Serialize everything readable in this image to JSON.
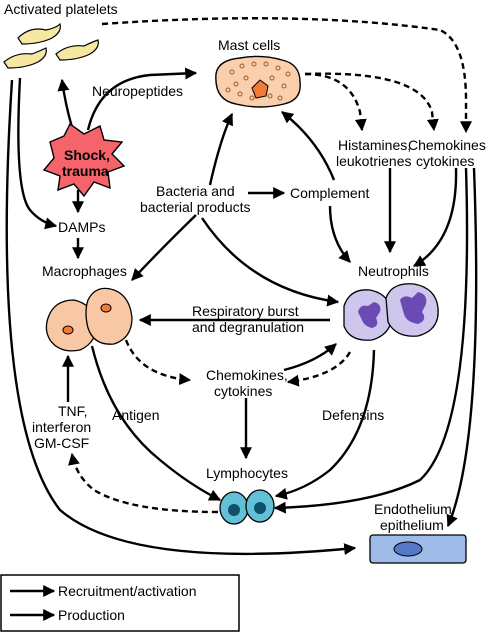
{
  "nodes": {
    "activated_platelets": "Activated platelets",
    "mast_cells": "Mast cells",
    "neuropeptides": "Neuropeptides",
    "histamines_line1": "Histamines,",
    "histamines_line2": "leukotrienes",
    "chemokines_top_line1": "Chemokines,",
    "chemokines_top_line2": "cytokines",
    "shock_line1": "Shock,",
    "shock_line2": "trauma",
    "bacteria_line1": "Bacteria and",
    "bacteria_line2": "bacterial products",
    "complement": "Complement",
    "damps": "DAMPs",
    "macrophages": "Macrophages",
    "neutrophils": "Neutrophils",
    "resp_line1": "Respiratory burst",
    "resp_line2": "and degranulation",
    "chemokines_mid_line1": "Chemokines,",
    "chemokines_mid_line2": "cytokines",
    "tnf_line1": "TNF,",
    "tnf_line2": "interferon",
    "tnf_line3": "GM-CSF",
    "antigen": "Antigen",
    "defensins": "Defensins",
    "lymphocytes": "Lymphocytes",
    "endo_line1": "Endothelium/",
    "endo_line2": "epithelium"
  },
  "legend": {
    "recruitment": "Recruitment/activation",
    "production": "Production"
  },
  "colors": {
    "platelet": "#f6e7a2",
    "mast_cell": "#f9cfae",
    "mast_nucleus": "#f07b34",
    "shock": "#f4646a",
    "macrophage": "#f8c7a3",
    "macrophage_nucleus": "#f07b34",
    "neutrophil": "#cfc6ee",
    "neutrophil_nucleus": "#6a4ab3",
    "lymphocyte": "#61c1d6",
    "lymph_nucleus": "#0f5166",
    "endothelium": "#9fbbe8",
    "endo_nucleus": "#5578c6"
  }
}
